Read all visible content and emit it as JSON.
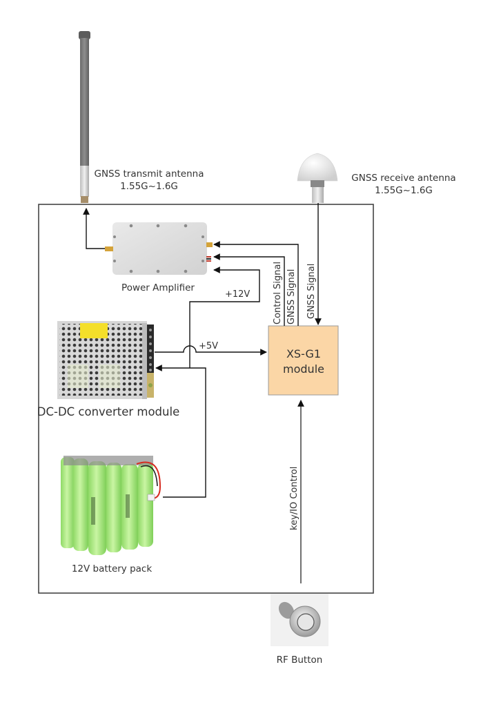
{
  "diagram": {
    "components": {
      "transmit_antenna": {
        "label": "GNSS transmit antenna",
        "freq": "1.55G~1.6G"
      },
      "receive_antenna": {
        "label": "GNSS receive antenna",
        "freq": "1.55G~1.6G"
      },
      "power_amplifier": {
        "label": "Power Amplifier"
      },
      "xs_g1": {
        "line1": "XS-G1",
        "line2": "module",
        "fill": "#FBD6A6"
      },
      "dcdc": {
        "label": "DC-DC converter module"
      },
      "battery": {
        "label": "12V battery pack"
      },
      "rf_button": {
        "label": "RF Button"
      }
    },
    "signals": {
      "v12": "+12V",
      "v5": "+5V",
      "control": "Control Signal",
      "gnss_tx": "GNSS Signal",
      "gnss_rx": "GNSS Signal",
      "key_io": "key/IO Control"
    },
    "colors": {
      "line": "#1a1a1a",
      "frame": "#444444",
      "battery_green": "#A8E87A"
    }
  }
}
